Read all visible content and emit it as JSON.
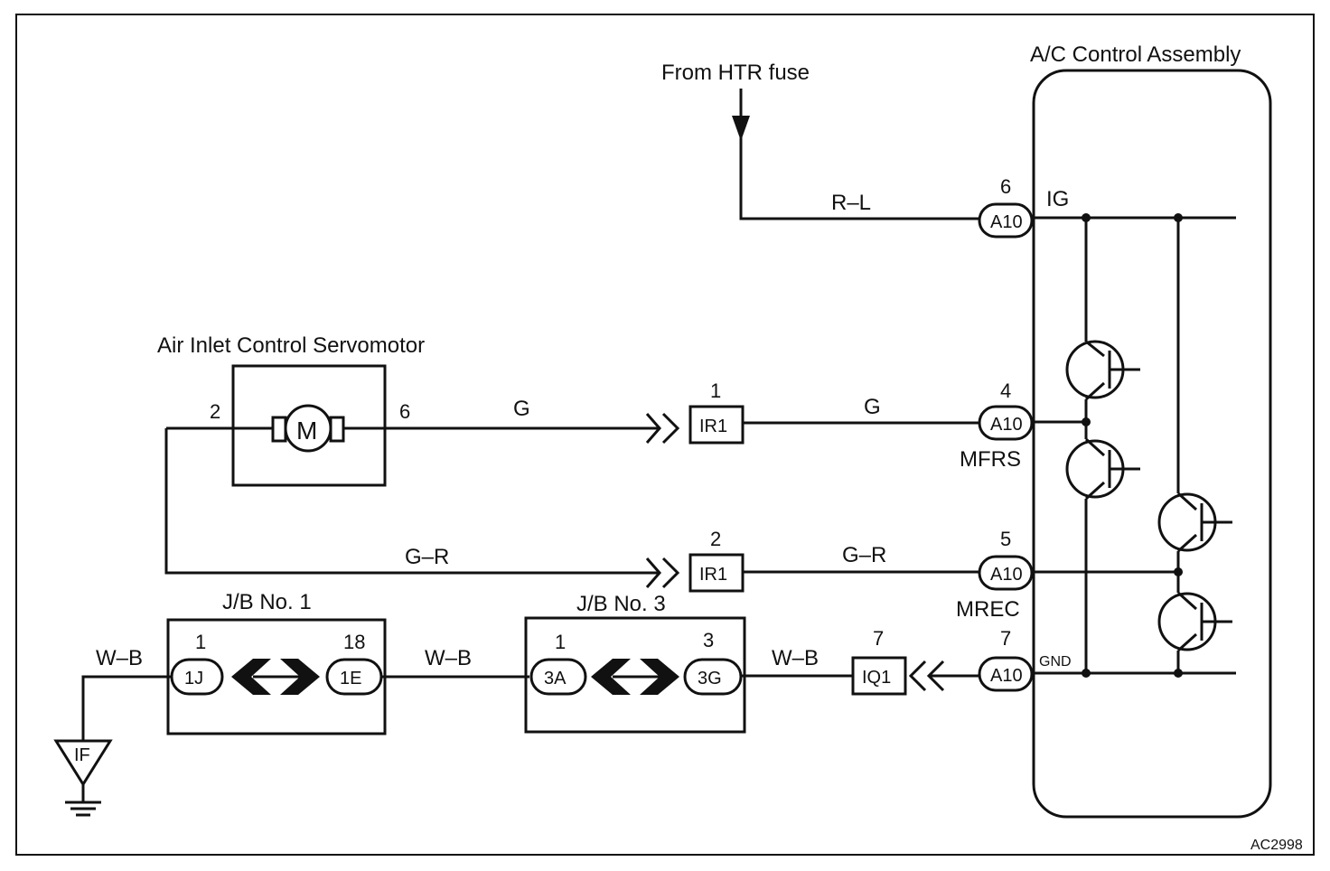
{
  "title": "",
  "labels": {
    "source": "From HTR fuse",
    "ac_control": "A/C Control Assembly",
    "servomotor": "Air Inlet Control Servomotor",
    "motor_symbol": "M",
    "jb1": "J/B No. 1",
    "jb3": "J/B No. 3",
    "ground_point": "IF",
    "ref_code": "AC2998"
  },
  "wires": {
    "rl": "R–L",
    "g_left": "G",
    "g_right": "G",
    "gr_left": "G–R",
    "gr_right": "G–R",
    "wb_ground": "W–B",
    "wb_mid": "W–B",
    "wb_right": "W–B"
  },
  "terminals": {
    "ig": "IG",
    "mfrs": "MFRS",
    "mrec": "MREC",
    "gnd": "GND"
  },
  "connectors": {
    "a10_ig": {
      "code": "A10",
      "pin": "6"
    },
    "a10_mfrs": {
      "code": "A10",
      "pin": "4"
    },
    "a10_mrec": {
      "code": "A10",
      "pin": "5"
    },
    "a10_gnd": {
      "code": "A10",
      "pin": "7"
    },
    "ir1_top": {
      "code": "IR1",
      "pin": "1"
    },
    "ir1_bottom": {
      "code": "IR1",
      "pin": "2"
    },
    "iq1": {
      "code": "IQ1",
      "pin": "7"
    },
    "jb1_left": {
      "code": "1J",
      "pin": "1"
    },
    "jb1_right": {
      "code": "1E",
      "pin": "18"
    },
    "jb3_left": {
      "code": "3A",
      "pin": "1"
    },
    "jb3_right": {
      "code": "3G",
      "pin": "3"
    }
  },
  "motor_pins": {
    "left": "2",
    "right": "6"
  }
}
